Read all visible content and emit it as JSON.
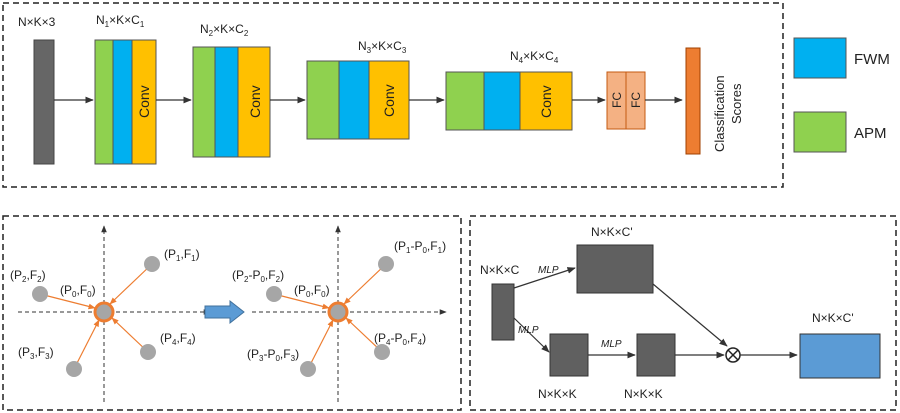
{
  "colors": {
    "input": "#666666",
    "apm": "#8fd14f",
    "fwm": "#00b0f0",
    "conv": "#ffc000",
    "fc": "#f4b183",
    "scores": "#ed7d31",
    "gray": "#606060",
    "blue_out": "#5b9bd5",
    "point": "#a6a6a6",
    "center": "#f4b183",
    "arrow_orange": "#ed7d31",
    "arrow_blue": "#5b9bd5"
  },
  "top": {
    "input_label": "N×K×3",
    "layer1": {
      "pre": "N",
      "sub1": "1",
      "mid": "×K×C",
      "sub2": "1"
    },
    "layer2": {
      "pre": "N",
      "sub1": "2",
      "mid": "×K×C",
      "sub2": "2"
    },
    "layer3": {
      "pre": "N",
      "sub1": "3",
      "mid": "×K×C",
      "sub2": "3"
    },
    "layer4": {
      "pre": "N",
      "sub1": "4",
      "mid": "×K×C",
      "sub2": "4"
    },
    "conv_label": "Conv",
    "fc_label": "FC",
    "scores_line1": "Classification",
    "scores_line2": "Scores"
  },
  "legend": {
    "fwm": "FWM",
    "apm": "APM"
  },
  "left_panel": {
    "points": [
      {
        "p": "P",
        "ps": "2",
        "f": "F",
        "fs": "2"
      },
      {
        "p": "P",
        "ps": "1",
        "f": "F",
        "fs": "1"
      },
      {
        "p": "P",
        "ps": "0",
        "f": "F",
        "fs": "0"
      },
      {
        "p": "P",
        "ps": "3",
        "f": "F",
        "fs": "3"
      },
      {
        "p": "P",
        "ps": "4",
        "f": "F",
        "fs": "4"
      }
    ],
    "points_rel": [
      {
        "a": "P",
        "as": "2",
        "b": "-P",
        "bs": "0",
        "f": "F",
        "fs": "2"
      },
      {
        "a": "P",
        "as": "1",
        "b": "-P",
        "bs": "0",
        "f": "F",
        "fs": "1"
      },
      {
        "a": "P",
        "as": "0",
        "b": "",
        "bs": "",
        "f": "F",
        "fs": "0"
      },
      {
        "a": "P",
        "as": "3",
        "b": "-P",
        "bs": "0",
        "f": "F",
        "fs": "3"
      },
      {
        "a": "P",
        "as": "4",
        "b": "-P",
        "bs": "0",
        "f": "F",
        "fs": "4"
      }
    ]
  },
  "right_panel": {
    "input_label": "N×K×C",
    "mlp_top": "MLP",
    "mlp_down": "MLP",
    "mlp_mid": "MLP",
    "top_label": "N×K×C'",
    "out_label": "N×K×C'",
    "box1_label": "N×K×K",
    "box2_label": "N×K×K"
  }
}
